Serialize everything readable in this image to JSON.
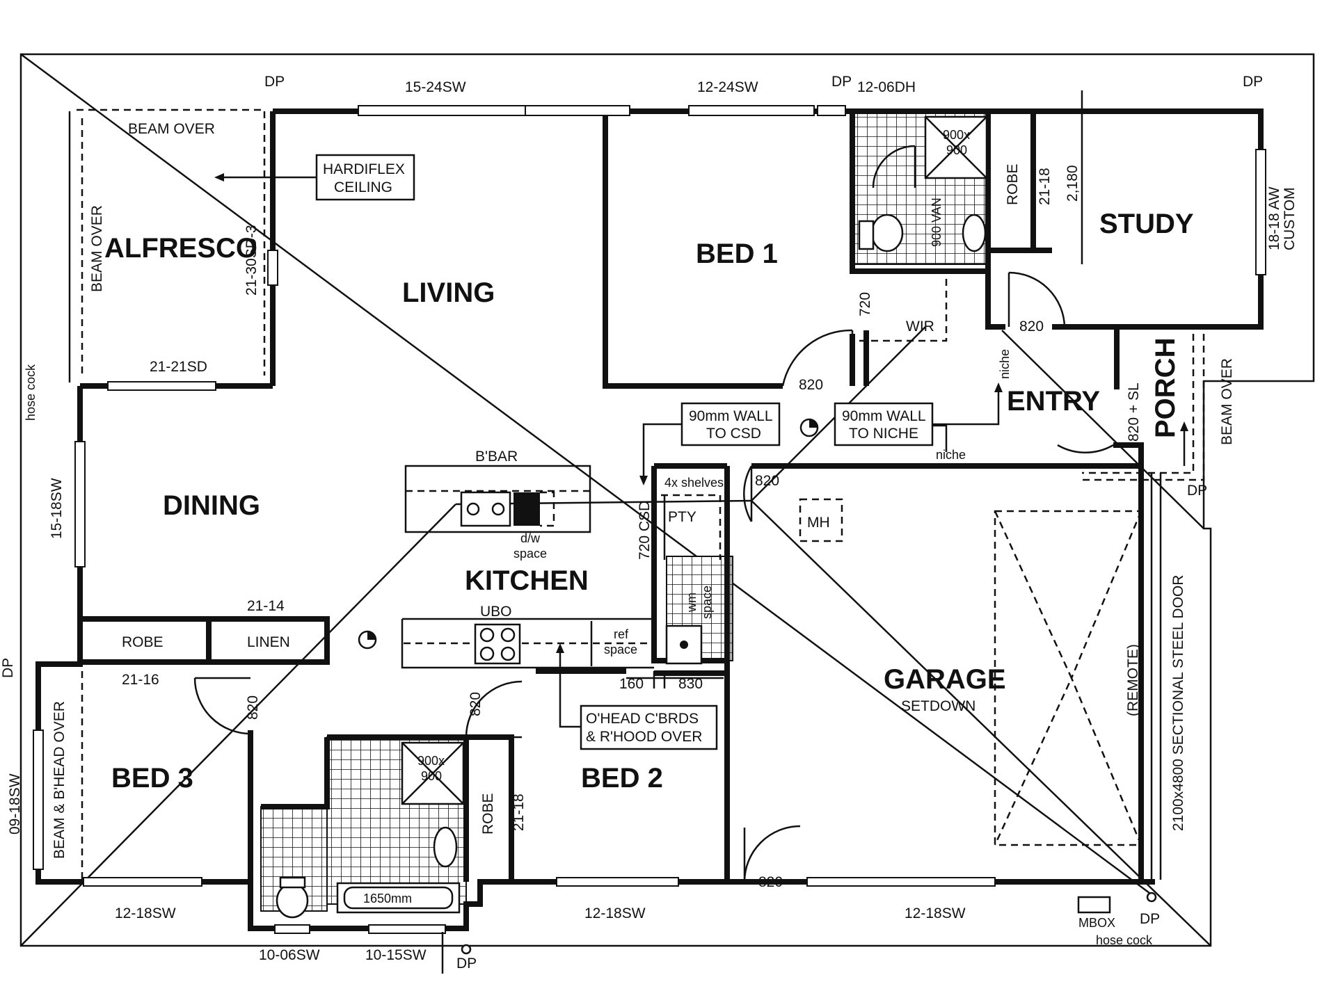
{
  "rooms": {
    "alfresco": "ALFRESCO",
    "living": "LIVING",
    "bed1": "BED 1",
    "study": "STUDY",
    "entry": "ENTRY",
    "porch": "PORCH",
    "dining": "DINING",
    "kitchen": "KITCHEN",
    "garage": "GARAGE",
    "garage_sub": "SETDOWN",
    "bed2": "BED 2",
    "bed3": "BED 3",
    "robe_mid": "ROBE",
    "linen": "LINEN",
    "robe_top": "ROBE",
    "robe_bed2": "ROBE",
    "wir": "WIR",
    "pty": "PTY",
    "mh": "MH"
  },
  "windows": {
    "top_15_24": "15-24SW",
    "top_12_24": "12-24SW",
    "top_12_06dh": "12-06DH",
    "right_18_18": "18-18 AW",
    "right_custom": "CUSTOM",
    "left_15_18": "15-18SW",
    "left_09_18": "09-18SW",
    "bottom_12_18_a": "12-18SW",
    "bottom_12_18_b": "12-18SW",
    "bottom_12_18_c": "12-18SW",
    "bottom_10_06": "10-06SW",
    "bottom_10_15": "10-15SW",
    "alfresco_21_30": "21-30SD-3",
    "alfresco_21_21": "21-21SD",
    "robe_21_14": "21-14",
    "robe_21_16": "21-16",
    "robe_21_18_top": "21-18",
    "robe_21_18_bed2": "21-18",
    "study_2180": "2,180"
  },
  "notes": {
    "beam_over_top": "BEAM OVER",
    "beam_over_left": "BEAM OVER",
    "beam_over_porch": "BEAM OVER",
    "beam_bhead_over": "BEAM & B'HEAD OVER",
    "hardiflex_1": "HARDIFLEX",
    "hardiflex_2": "CEILING",
    "wall_csd_1": "90mm WALL",
    "wall_csd_2": "TO CSD",
    "wall_niche_1": "90mm WALL",
    "wall_niche_2": "TO NICHE",
    "oh_1": "O'HEAD C'BRDS",
    "oh_2": "& R'HOOD OVER",
    "bbar": "B'BAR",
    "dw_1": "d/w",
    "dw_2": "space",
    "ubo": "UBO",
    "ref_1": "ref",
    "ref_2": "space",
    "csd_720": "720 CSD",
    "six_shelves": "4x shelves",
    "niche_top": "niche",
    "niche_bottom": "niche",
    "porch_820": "820 + SL",
    "sectional_door": "2100x4800 SECTIONAL STEEL DOOR",
    "remote": "(REMOTE)",
    "mbox": "MBOX",
    "hose_cock_bottom": "hose cock",
    "hose_cock_left": "hose cock",
    "shower_900_a": "900x",
    "shower_900_b": "900",
    "shower_900_c": "900x",
    "shower_900_d": "900",
    "bath": "1650mm",
    "vanity": "900 VAN",
    "wm_1": "wm",
    "wm_2": "space"
  },
  "dims": {
    "d720_wir": "720",
    "d820_wir": "820",
    "d820_bed1": "820",
    "d820_pty": "820",
    "d820_bed3": "820",
    "d820_bath": "820",
    "d820_garage": "820",
    "d160": "160",
    "d830": "830"
  },
  "dp": {
    "dp1": "DP",
    "dp2": "DP",
    "dp3": "DP",
    "dp4": "DP",
    "dp5": "DP",
    "dp6": "DP",
    "dp7": "DP"
  }
}
